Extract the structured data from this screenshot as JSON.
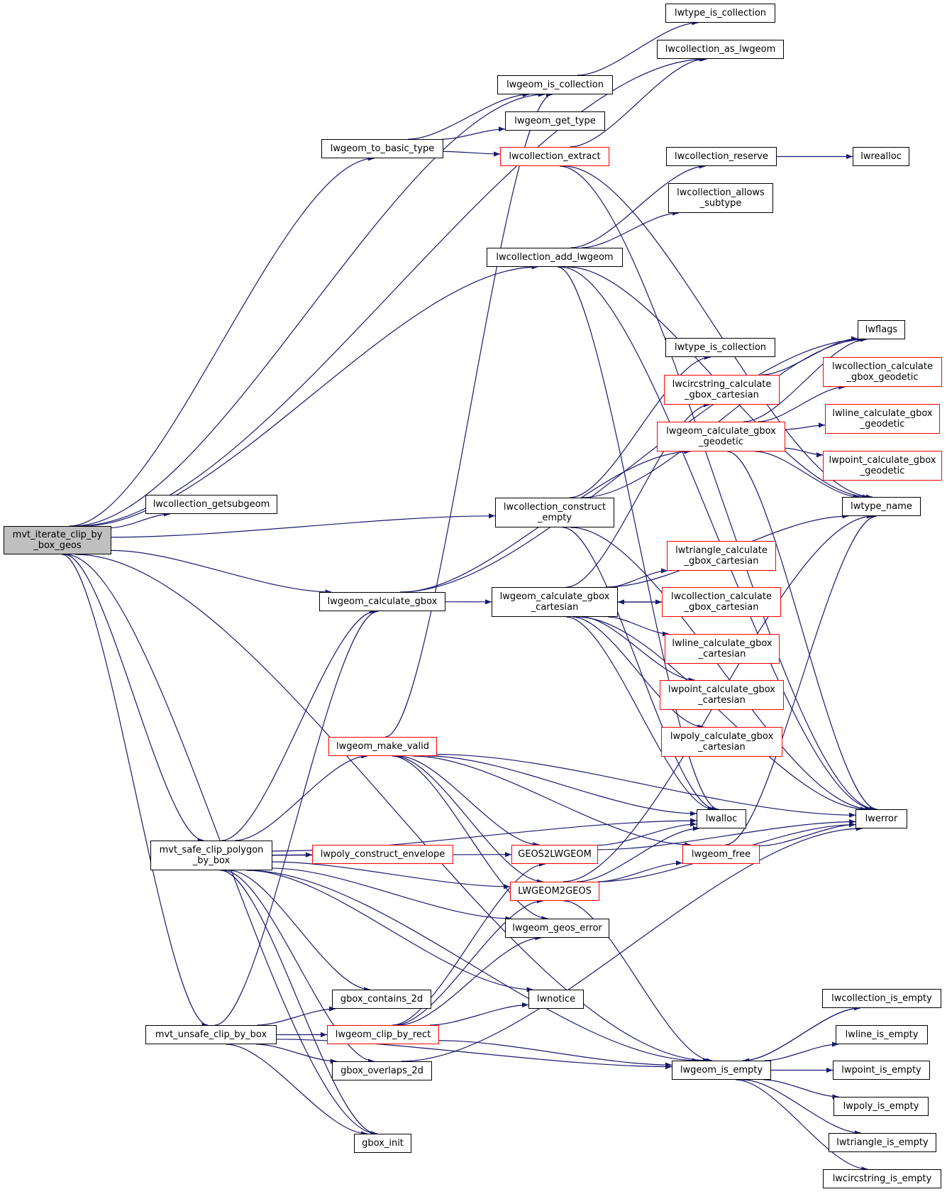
{
  "colors": {
    "edge": "#191970",
    "node_border": "#000000",
    "node_border_red": "#ff0000",
    "root_fill": "#bfbfbf"
  },
  "nodes": {
    "mvt_iterate": "mvt_iterate_clip_by\n_box_geos",
    "lwcollection_getsubgeom": "lwcollection_getsubgeom",
    "lwtype_is_collection_1": "lwtype_is_collection",
    "lwcollection_as_lwgeom": "lwcollection_as_lwgeom",
    "lwgeom_is_collection": "lwgeom_is_collection",
    "lwgeom_get_type": "lwgeom_get_type",
    "lwgeom_to_basic_type": "lwgeom_to_basic_type",
    "lwcollection_extract": "lwcollection_extract",
    "lwcollection_reserve": "lwcollection_reserve",
    "lwrealloc": "lwrealloc",
    "lwcollection_allows_subtype": "lwcollection_allows\n_subtype",
    "lwcollection_add_lwgeom": "lwcollection_add_lwgeom",
    "lwflags": "lwflags",
    "lwtype_is_collection_2": "lwtype_is_collection",
    "lwcircstring_calc_cart": "lwcircstring_calculate\n_gbox_cartesian",
    "lwcollection_calc_geod": "lwcollection_calculate\n_gbox_geodetic",
    "lwline_calc_geod": "lwline_calculate_gbox\n_geodetic",
    "lwgeom_calc_geod": "lwgeom_calculate_gbox\n_geodetic",
    "lwpoint_calc_geod": "lwpoint_calculate_gbox\n_geodetic",
    "lwcollection_construct_empty": "lwcollection_construct\n_empty",
    "lwtype_name": "lwtype_name",
    "lwtriangle_calc_cart": "lwtriangle_calculate\n_gbox_cartesian",
    "lwgeom_calculate_gbox": "lwgeom_calculate_gbox",
    "lwgeom_calc_cart": "lwgeom_calculate_gbox\n_cartesian",
    "lwcollection_calc_cart": "lwcollection_calculate\n_gbox_cartesian",
    "lwline_calc_cart": "lwline_calculate_gbox\n_cartesian",
    "lwpoint_calc_cart": "lwpoint_calculate_gbox\n_cartesian",
    "lwpoly_calc_cart": "lwpoly_calculate_gbox\n_cartesian",
    "lwgeom_make_valid": "lwgeom_make_valid",
    "lwalloc": "lwalloc",
    "lwerror": "lwerror",
    "mvt_safe_clip": "mvt_safe_clip_polygon\n_by_box",
    "lwpoly_construct_envelope": "lwpoly_construct_envelope",
    "GEOS2LWGEOM": "GEOS2LWGEOM",
    "lwgeom_free": "lwgeom_free",
    "LWGEOM2GEOS": "LWGEOM2GEOS",
    "lwgeom_geos_error": "lwgeom_geos_error",
    "gbox_contains_2d": "gbox_contains_2d",
    "lwnotice": "lwnotice",
    "lwcollection_is_empty": "lwcollection_is_empty",
    "mvt_unsafe_clip": "mvt_unsafe_clip_by_box",
    "lwgeom_clip_by_rect": "lwgeom_clip_by_rect",
    "lwline_is_empty": "lwline_is_empty",
    "lwgeom_is_empty": "lwgeom_is_empty",
    "lwpoint_is_empty": "lwpoint_is_empty",
    "gbox_overlaps_2d": "gbox_overlaps_2d",
    "lwpoly_is_empty": "lwpoly_is_empty",
    "lwtriangle_is_empty": "lwtriangle_is_empty",
    "gbox_init": "gbox_init",
    "lwcircstring_is_empty": "lwcircstring_is_empty"
  },
  "red_nodes": [
    "lwcollection_extract",
    "lwcircstring_calc_cart",
    "lwcollection_calc_geod",
    "lwline_calc_geod",
    "lwgeom_calc_geod",
    "lwpoint_calc_geod",
    "lwtriangle_calc_cart",
    "lwcollection_calc_cart",
    "lwline_calc_cart",
    "lwpoint_calc_cart",
    "lwpoly_calc_cart",
    "lwgeom_make_valid",
    "lwpoly_construct_envelope",
    "GEOS2LWGEOM",
    "lwgeom_free",
    "LWGEOM2GEOS",
    "lwgeom_clip_by_rect"
  ],
  "edges": [
    [
      "mvt_iterate",
      "lwcollection_as_lwgeom"
    ],
    [
      "mvt_iterate",
      "lwgeom_is_collection"
    ],
    [
      "mvt_iterate",
      "lwgeom_to_basic_type"
    ],
    [
      "mvt_iterate",
      "lwcollection_add_lwgeom"
    ],
    [
      "mvt_iterate",
      "lwcollection_getsubgeom"
    ],
    [
      "mvt_iterate",
      "lwcollection_construct_empty"
    ],
    [
      "mvt_iterate",
      "lwgeom_calculate_gbox"
    ],
    [
      "mvt_iterate",
      "mvt_safe_clip"
    ],
    [
      "mvt_iterate",
      "mvt_unsafe_clip"
    ],
    [
      "mvt_iterate",
      "gbox_init"
    ],
    [
      "mvt_iterate",
      "lwgeom_is_empty"
    ],
    [
      "lwgeom_is_collection",
      "lwtype_is_collection_1"
    ],
    [
      "lwgeom_to_basic_type",
      "lwgeom_is_collection"
    ],
    [
      "lwgeom_to_basic_type",
      "lwgeom_get_type"
    ],
    [
      "lwgeom_to_basic_type",
      "lwcollection_extract"
    ],
    [
      "lwcollection_extract",
      "lwcollection_as_lwgeom"
    ],
    [
      "lwcollection_extract",
      "lwerror"
    ],
    [
      "lwcollection_extract",
      "lwtype_name"
    ],
    [
      "lwcollection_reserve",
      "lwrealloc"
    ],
    [
      "lwcollection_add_lwgeom",
      "lwcollection_reserve"
    ],
    [
      "lwcollection_add_lwgeom",
      "lwcollection_allows_subtype"
    ],
    [
      "lwcollection_add_lwgeom",
      "lwtype_name"
    ],
    [
      "lwcollection_add_lwgeom",
      "lwerror"
    ],
    [
      "lwcollection_add_lwgeom",
      "lwalloc"
    ],
    [
      "lwcollection_construct_empty",
      "lwflags"
    ],
    [
      "lwcollection_construct_empty",
      "lwtype_is_collection_2"
    ],
    [
      "lwcollection_construct_empty",
      "lwerror"
    ],
    [
      "lwcollection_construct_empty",
      "lwalloc"
    ],
    [
      "lwcircstring_calc_cart",
      "lwflags"
    ],
    [
      "lwgeom_calc_geod",
      "lwcollection_calc_geod"
    ],
    [
      "lwgeom_calc_geod",
      "lwline_calc_geod"
    ],
    [
      "lwgeom_calc_geod",
      "lwpoint_calc_geod"
    ],
    [
      "lwgeom_calc_geod",
      "lwflags"
    ],
    [
      "lwgeom_calc_geod",
      "lwtype_name"
    ],
    [
      "lwgeom_calc_geod",
      "lwerror"
    ],
    [
      "lwgeom_calculate_gbox",
      "lwgeom_calc_cart"
    ],
    [
      "lwgeom_calculate_gbox",
      "lwgeom_calc_geod"
    ],
    [
      "lwgeom_calculate_gbox",
      "lwflags"
    ],
    [
      "lwgeom_calc_cart",
      "lwcircstring_calc_cart"
    ],
    [
      "lwgeom_calc_cart",
      "lwtriangle_calc_cart"
    ],
    [
      "lwgeom_calc_cart",
      "lwcollection_calc_cart"
    ],
    [
      "lwcollection_calc_cart",
      "lwgeom_calc_cart"
    ],
    [
      "lwgeom_calc_cart",
      "lwline_calc_cart"
    ],
    [
      "lwgeom_calc_cart",
      "lwpoint_calc_cart"
    ],
    [
      "lwgeom_calc_cart",
      "lwpoly_calc_cart"
    ],
    [
      "lwgeom_calc_cart",
      "lwtype_name"
    ],
    [
      "lwgeom_calc_cart",
      "lwerror"
    ],
    [
      "lwgeom_calc_cart",
      "lwalloc"
    ],
    [
      "lwgeom_make_valid",
      "lwgeom_is_collection"
    ],
    [
      "lwgeom_make_valid",
      "lwalloc"
    ],
    [
      "lwgeom_make_valid",
      "GEOS2LWGEOM"
    ],
    [
      "lwgeom_make_valid",
      "LWGEOM2GEOS"
    ],
    [
      "lwgeom_make_valid",
      "lwgeom_free"
    ],
    [
      "lwgeom_make_valid",
      "lwerror"
    ],
    [
      "lwgeom_make_valid",
      "lwgeom_geos_error"
    ],
    [
      "mvt_safe_clip",
      "lwgeom_calculate_gbox"
    ],
    [
      "mvt_safe_clip",
      "lwgeom_make_valid"
    ],
    [
      "mvt_safe_clip",
      "lwpoly_construct_envelope"
    ],
    [
      "mvt_safe_clip",
      "GEOS2LWGEOM"
    ],
    [
      "mvt_safe_clip",
      "LWGEOM2GEOS"
    ],
    [
      "mvt_safe_clip",
      "lwgeom_geos_error"
    ],
    [
      "mvt_safe_clip",
      "lwalloc"
    ],
    [
      "mvt_safe_clip",
      "lwnotice"
    ],
    [
      "mvt_safe_clip",
      "gbox_contains_2d"
    ],
    [
      "mvt_safe_clip",
      "gbox_overlaps_2d"
    ],
    [
      "mvt_safe_clip",
      "gbox_init"
    ],
    [
      "mvt_safe_clip",
      "lwgeom_is_empty"
    ],
    [
      "GEOS2LWGEOM",
      "lwalloc"
    ],
    [
      "GEOS2LWGEOM",
      "lwerror"
    ],
    [
      "LWGEOM2GEOS",
      "lwalloc"
    ],
    [
      "LWGEOM2GEOS",
      "lwgeom_free"
    ],
    [
      "LWGEOM2GEOS",
      "lwerror"
    ],
    [
      "LWGEOM2GEOS",
      "lwtype_name"
    ],
    [
      "LWGEOM2GEOS",
      "lwgeom_is_empty"
    ],
    [
      "lwgeom_free",
      "lwerror"
    ],
    [
      "lwgeom_free",
      "lwtype_name"
    ],
    [
      "mvt_unsafe_clip",
      "lwgeom_calculate_gbox"
    ],
    [
      "mvt_unsafe_clip",
      "gbox_contains_2d"
    ],
    [
      "mvt_unsafe_clip",
      "lwgeom_clip_by_rect"
    ],
    [
      "mvt_unsafe_clip",
      "gbox_overlaps_2d"
    ],
    [
      "mvt_unsafe_clip",
      "lwgeom_is_empty"
    ],
    [
      "mvt_unsafe_clip",
      "gbox_init"
    ],
    [
      "lwgeom_clip_by_rect",
      "GEOS2LWGEOM"
    ],
    [
      "lwgeom_clip_by_rect",
      "LWGEOM2GEOS"
    ],
    [
      "lwgeom_clip_by_rect",
      "lwgeom_geos_error"
    ],
    [
      "lwgeom_clip_by_rect",
      "lwnotice"
    ],
    [
      "lwgeom_clip_by_rect",
      "lwgeom_is_empty"
    ],
    [
      "gbox_overlaps_2d",
      "lwerror"
    ],
    [
      "lwgeom_is_empty",
      "lwcollection_is_empty"
    ],
    [
      "lwgeom_is_empty",
      "lwline_is_empty"
    ],
    [
      "lwgeom_is_empty",
      "lwpoint_is_empty"
    ],
    [
      "lwgeom_is_empty",
      "lwpoly_is_empty"
    ],
    [
      "lwgeom_is_empty",
      "lwtriangle_is_empty"
    ],
    [
      "lwgeom_is_empty",
      "lwcircstring_is_empty"
    ],
    [
      "lwcollection_is_empty",
      "lwgeom_is_empty"
    ]
  ]
}
